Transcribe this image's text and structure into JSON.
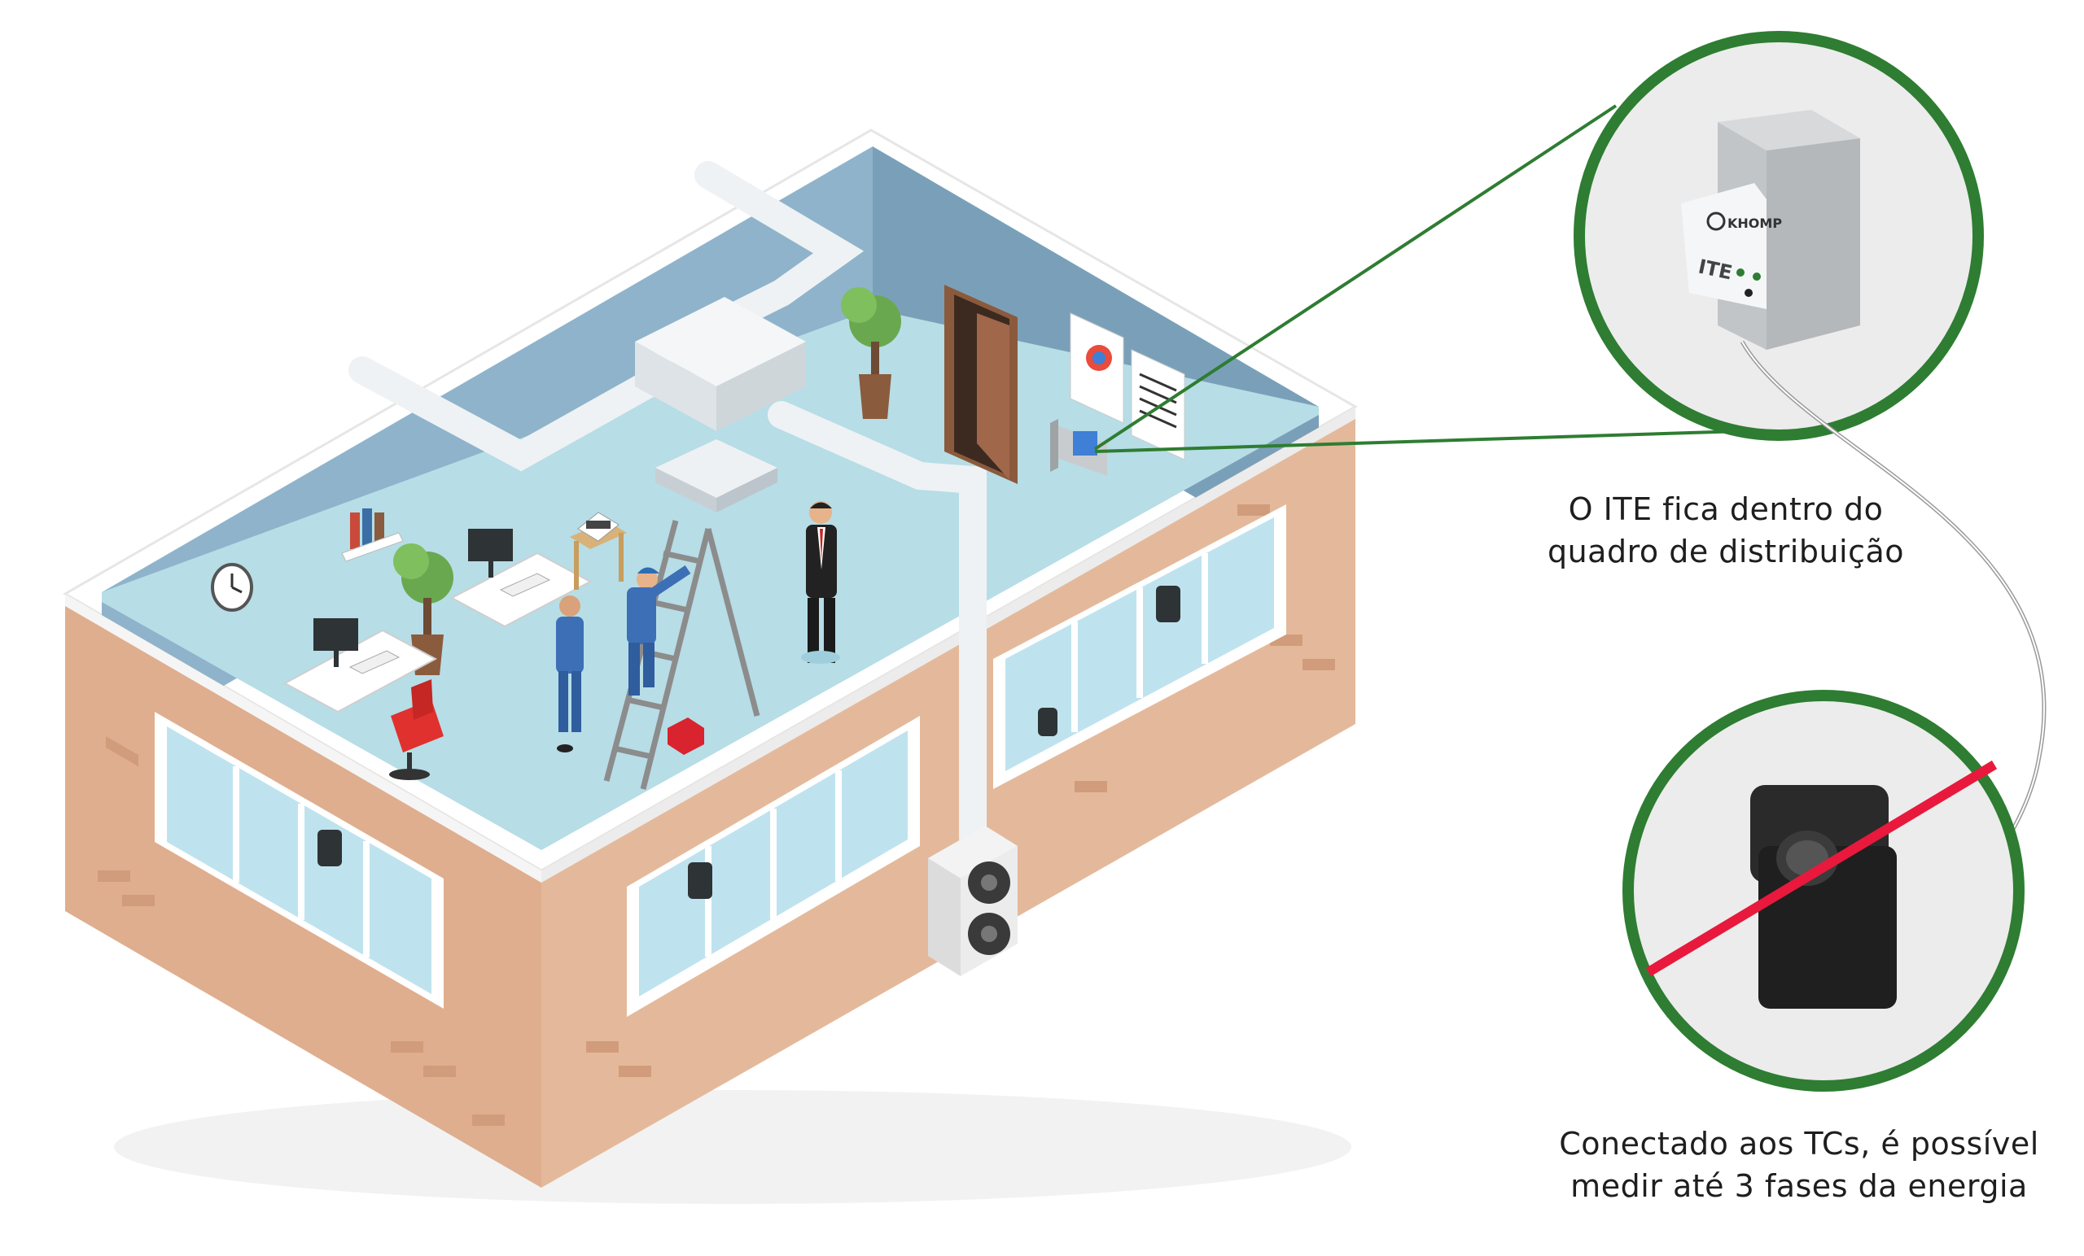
{
  "captions": {
    "ite_location": [
      "O ITE fica dentro do",
      "quadro de distribuição"
    ],
    "ct_connection": [
      "Conectado aos TCs, é possível",
      "medir até 3 fases da energia"
    ]
  },
  "device": {
    "label": "ITE",
    "brand": "KHOMP"
  },
  "colors": {
    "callout_green": "#2e7d32",
    "brick": "#e0b394",
    "floor": "#b7dde6",
    "back_wall": "#7fa4bb",
    "ct_cable": "#e8193c",
    "ct_body": "#1f1f1f"
  }
}
